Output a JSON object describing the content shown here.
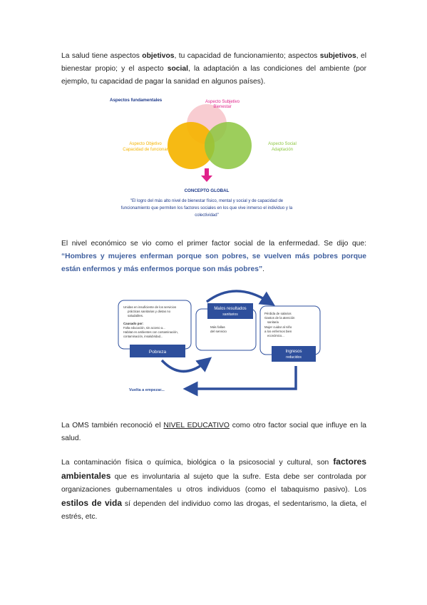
{
  "p1": {
    "t1": "La salud tiene aspectos ",
    "b1": "objetivos",
    "t2": ", tu capacidad de funcionamiento; aspectos ",
    "b2": "subjetivos",
    "t3": ", el bienestar propio; y el aspecto ",
    "b3": "social",
    "t4": ", la adaptación a las condiciones del ambiente (por ejemplo, tu capacidad de pagar la sanidad en algunos países)."
  },
  "venn": {
    "heading": "Aspectos fundamentales",
    "subjective_line1": "Aspecto Subjetivo",
    "subjective_line2": "Bienestar",
    "objective_line1": "Aspecto Objetivo",
    "objective_line2": "Capacidad de funcionar",
    "social_line1": "Aspecto Social",
    "social_line2": "Adaptación",
    "concept_title": "CONCEPTO GLOBAL",
    "concept_line1": "\"El logro del más alto nivel de bienestar físico, mental y social y de capacidad de",
    "concept_line2": "funcionamiento que permiten los factores sociales en los que vive inmerso el individuo y la",
    "concept_line3": "colectividad\"",
    "colors": {
      "subjective": "#f7c6cc",
      "objective": "#f5b400",
      "social": "#8cc63f",
      "arrow": "#e0218a"
    }
  },
  "p2": {
    "text": "El nivel económico se vio como el primer factor social de la enfermedad. Se dijo que: ",
    "quote": "“Hombres y mujeres enferman porque son pobres, se vuelven más pobres porque están enfermos y más enfermos porque son más pobres”",
    "end": "."
  },
  "cycle": {
    "box1_line1": "Unidas en insuficiente de los servicios",
    "box1_line2": "prácticas sanitarias y dietas no",
    "box1_line3": "saludables.",
    "box1_sub1": "Causado por:",
    "box1_sub2": "Falta educación, sin acceso a...",
    "box1_sub3": "Habitat en ambientes con contaminación,",
    "box1_sub4": "contaminación, insalubridad...",
    "pobreza": "Pobreza",
    "mid_title1": "Malos resultados",
    "mid_title2": "sanitarios",
    "mid_line1": "Más fallas",
    "mid_line2": "del servicio",
    "box3_line1": "Pérdida de salarios",
    "box3_line2": "Gastos de la atención",
    "box3_line3": "sanitaria",
    "box3_line4": "Mujer cuidar al niño",
    "box3_line5": "a los enfermos bien",
    "box3_line6": "económico...",
    "ingresos1": "Ingresos",
    "ingresos2": "reducidos",
    "restart": "Vuelta a empezar...",
    "colors": {
      "box": "#2e4f9c",
      "arrow": "#2e4f9c"
    }
  },
  "p3": {
    "t1": "La OMS también reconoció el ",
    "u1": "NIVEL EDUCATIVO",
    "t2": " como otro factor social que influye en la salud."
  },
  "p4": {
    "t1": "La contaminación física o química, biológica o la psicosocial y cultural, son ",
    "b1": "factores ambientales",
    "t2": " que es involuntaria al sujeto que la sufre. Esta debe ser controlada por organizaciones gubernamentales u otros individuos (como el tabaquismo pasivo). Los ",
    "b2": "estilos de vida",
    "t3": " sí dependen del individuo como las drogas, el sedentarismo, la dieta, el estrés, etc."
  }
}
